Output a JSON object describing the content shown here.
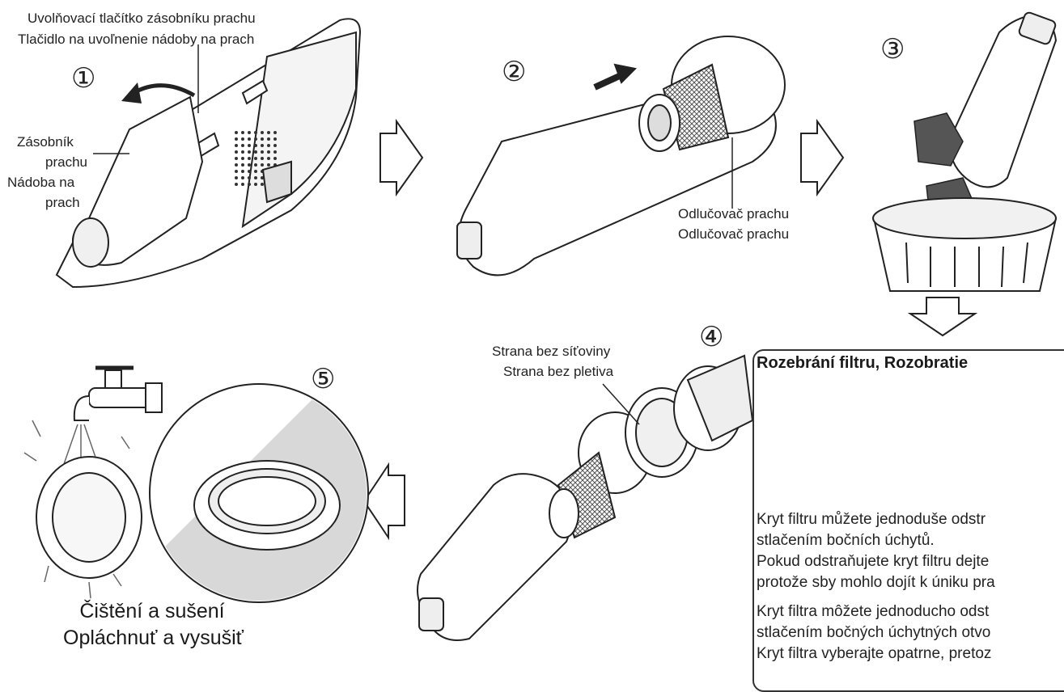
{
  "step1": {
    "number": "①",
    "release_button_cz": "Uvolňovací tlačítko zásobníku prachu",
    "release_button_sk": "Tlačidlo na uvoľnenie nádoby na prach",
    "dust_container_cz_1": "Zásobník",
    "dust_container_cz_2": "prachu",
    "dust_container_sk_1": "Nádoba na",
    "dust_container_sk_2": "prach"
  },
  "step2": {
    "number": "②",
    "separator_cz": "Odlučovač prachu",
    "separator_sk": "Odlučovač prachu"
  },
  "step3": {
    "number": "③"
  },
  "step4": {
    "number": "④",
    "side_cz": "Strana bez síťoviny",
    "side_sk": "Strana bez pletiva"
  },
  "step5": {
    "number": "⑤",
    "caption_cz": "Čištění a sušení",
    "caption_sk": "Opláchnuť a vysušiť"
  },
  "info_box": {
    "title": "Rozebrání filtru, Rozobratie",
    "line1": "Kryt filtru můžete jednoduše odstr",
    "line2": "stlačením bočních úchytů.",
    "line3": "Pokud odstraňujete kryt filtru dejte",
    "line4": "protože sby mohlo dojít k úniku pra",
    "line5": "Kryt filtra môžete jednoducho odst",
    "line6": "stlačením bočných úchytných otvo",
    "line7": "Kryt filtra vyberajte opatrne, pretoz"
  }
}
